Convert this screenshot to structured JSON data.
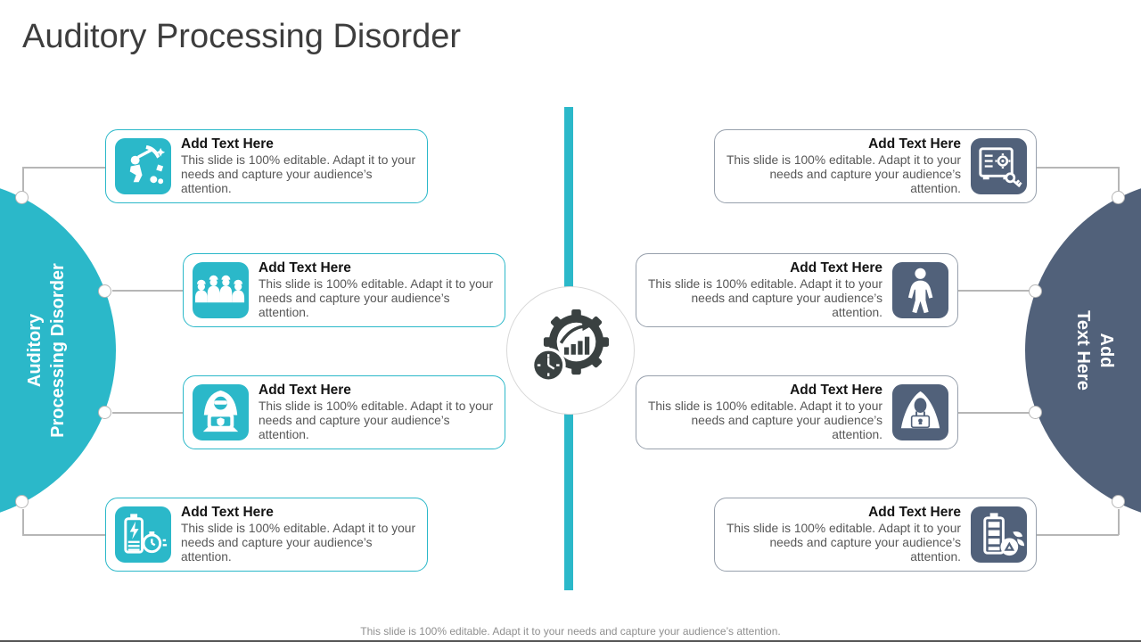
{
  "title": "Auditory Processing Disorder",
  "footer": "This slide is 100% editable. Adapt it to your needs and capture your audience’s attention.",
  "left_circle": {
    "line1": "Auditory",
    "line2": "Processing Disorder",
    "color": "#2bb8c9"
  },
  "right_circle": {
    "line1": "Add",
    "line2": "Text Here",
    "color": "#51617a"
  },
  "cards": {
    "title": "Add Text Here",
    "body": "This slide is 100% editable. Adapt it to your needs and capture your audience’s attention.",
    "left": [
      {
        "icon": "miner-icon"
      },
      {
        "icon": "construction-team-icon"
      },
      {
        "icon": "hacker-laptop-icon"
      },
      {
        "icon": "battery-charging-stopwatch-icon"
      }
    ],
    "right": [
      {
        "icon": "safe-key-icon"
      },
      {
        "icon": "person-icon"
      },
      {
        "icon": "hacker-hoodie-icon"
      },
      {
        "icon": "eco-battery-icon"
      }
    ]
  },
  "center": {
    "icon": "gear-growth-clock-icon"
  },
  "colors": {
    "teal": "#2bb8c9",
    "slate": "#51617a",
    "card_body_text": "#575757",
    "title_text": "#3d3d3d",
    "connector": "#b6b6b6",
    "gear": "#3a4141"
  }
}
